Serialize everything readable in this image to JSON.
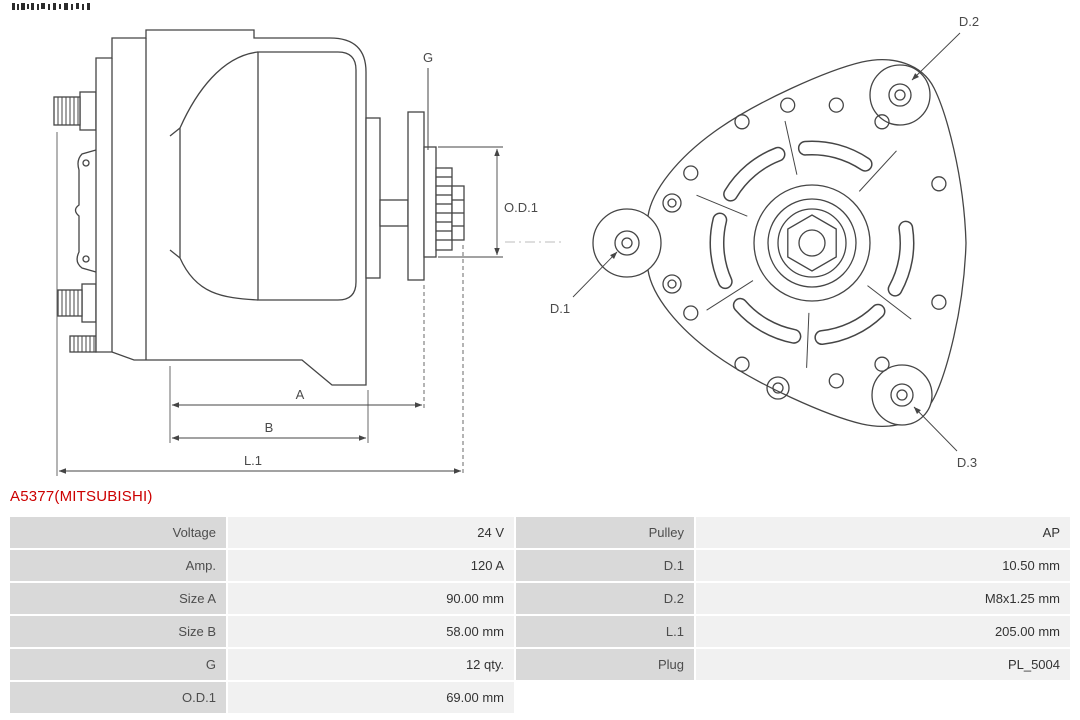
{
  "part": {
    "number": "A5377(MITSUBISHI)"
  },
  "colors": {
    "part_number": "#cc0000",
    "label_cell": "#d9d9d9",
    "value_cell": "#f1f1f1",
    "line": "#454545"
  },
  "diagram": {
    "labels": {
      "g": "G",
      "od1": "O.D.1",
      "a": "A",
      "b": "B",
      "l1": "L.1",
      "d1": "D.1",
      "d2": "D.2",
      "d3": "D.3"
    }
  },
  "specs": {
    "rows": [
      {
        "l1": "Voltage",
        "v1": "24 V",
        "l2": "Pulley",
        "v2": "AP"
      },
      {
        "l1": "Amp.",
        "v1": "120 A",
        "l2": "D.1",
        "v2": "10.50 mm"
      },
      {
        "l1": "Size A",
        "v1": "90.00 mm",
        "l2": "D.2",
        "v2": "M8x1.25 mm"
      },
      {
        "l1": "Size B",
        "v1": "58.00 mm",
        "l2": "L.1",
        "v2": "205.00 mm"
      },
      {
        "l1": "G",
        "v1": "12 qty.",
        "l2": "Plug",
        "v2": "PL_5004"
      },
      {
        "l1": "O.D.1",
        "v1": "69.00 mm",
        "l2": "",
        "v2": ""
      }
    ]
  }
}
